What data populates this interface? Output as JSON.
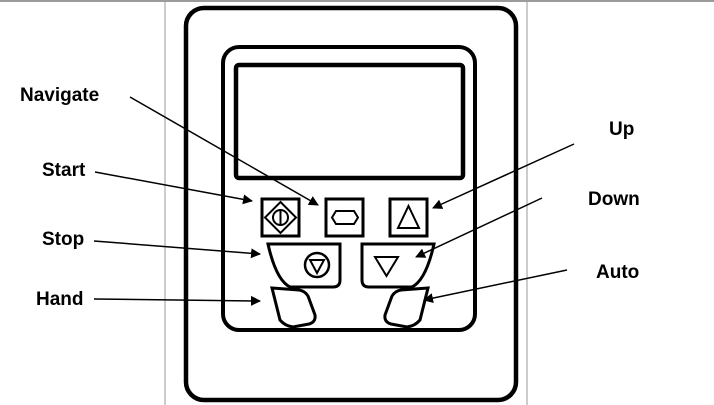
{
  "labels": {
    "navigate": "Navigate",
    "start": "Start",
    "stop": "Stop",
    "hand": "Hand",
    "up": "Up",
    "down": "Down",
    "auto": "Auto"
  }
}
